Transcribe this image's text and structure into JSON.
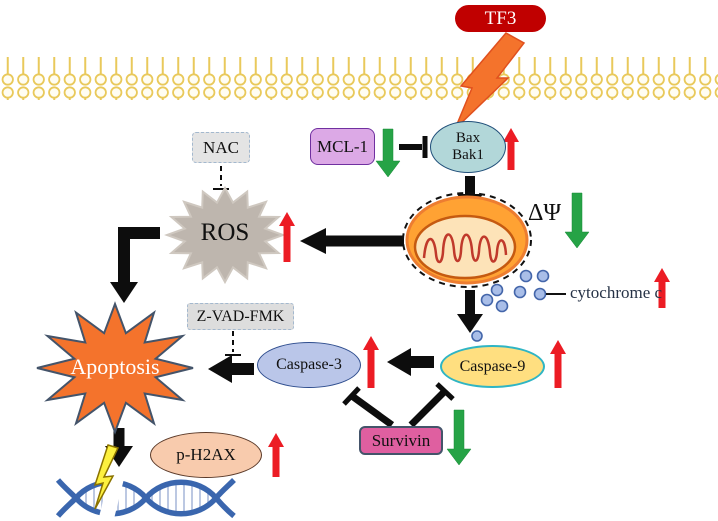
{
  "title": "TF3 apoptosis signaling pathway diagram",
  "labels": {
    "tf3": "TF3",
    "mcl1": "MCL-1",
    "nac": "NAC",
    "bax": "Bax",
    "bak1": "Bak1",
    "ros": "ROS",
    "delta_psi": "ΔΨ",
    "cytochrome_c": "cytochrome c",
    "zvadfmk": "Z-VAD-FMK",
    "caspase3": "Caspase-3",
    "caspase9": "Caspase-9",
    "survivin": "Survivin",
    "apoptosis": "Apoptosis",
    "ph2ax": "p-H2AX"
  },
  "colors": {
    "tf3_fill": "#C00000",
    "tf3_text": "#FFFFFF",
    "mcl1_fill": "#DCA9E6",
    "mcl1_border": "#7030A0",
    "nac_fill": "#E4E4E4",
    "dashed_border": "#A3B8CE",
    "bax_fill": "#B2D7D9",
    "bax_border": "#1F4E79",
    "ros_fill": "#BEB6AE",
    "mito_outer": "#FFA233",
    "mito_outer_border": "#ED7D31",
    "mito_inner": "#FDE3B8",
    "mito_cristae": "#C0392B",
    "caspase3_fill": "#BAC6E9",
    "caspase3_border": "#2E4D8E",
    "caspase9_fill": "#FFDF80",
    "caspase9_border": "#2FB5C4",
    "survivin_fill": "#DF5FA0",
    "survivin_border": "#44546A",
    "apoptosis_fill": "#F4732C",
    "apoptosis_border": "#44546A",
    "apoptosis_text": "#FFFFFF",
    "ph2ax_fill": "#F8CBAD",
    "ph2ax_border": "#5B3A29",
    "up_arrow": "#EC1C24",
    "down_arrow": "#26A346",
    "black_arrow": "#0D0D0D",
    "membrane": "#E9C95B",
    "lightning_orange": "#F4732C",
    "lightning_yellow": "#FDF13F",
    "dna_strand": "#3A66AE",
    "cytochrome_dot_fill": "#A9BEE8",
    "cytochrome_dot_border": "#4466AA"
  },
  "indicators": {
    "increased_red_up_arrow": [
      "bax-bak1",
      "ros",
      "cytochrome-c",
      "caspase-3",
      "caspase-9",
      "p-h2ax"
    ],
    "decreased_green_down_arrow": [
      "mcl-1",
      "delta-psi",
      "survivin"
    ]
  },
  "edges": [
    {
      "from": "TF3",
      "to": "Bax/Bak1",
      "type": "activation-lightning-through-membrane"
    },
    {
      "from": "MCL-1",
      "to": "Bax/Bak1",
      "type": "inhibition"
    },
    {
      "from": "Bax/Bak1",
      "to": "mitochondria",
      "type": "activation"
    },
    {
      "from": "mitochondria",
      "to": "ROS",
      "type": "activation"
    },
    {
      "from": "NAC",
      "to": "ROS",
      "type": "inhibition-dashed"
    },
    {
      "from": "ROS",
      "to": "Apoptosis",
      "type": "activation"
    },
    {
      "from": "mitochondria",
      "to": "cytochrome c",
      "type": "release"
    },
    {
      "from": "mitochondria",
      "to": "Caspase-9",
      "type": "activation"
    },
    {
      "from": "Caspase-9",
      "to": "Caspase-3",
      "type": "activation"
    },
    {
      "from": "Z-VAD-FMK",
      "to": "Caspase-3",
      "type": "inhibition-dashed"
    },
    {
      "from": "Survivin",
      "to": "Caspase-3",
      "type": "inhibition"
    },
    {
      "from": "Survivin",
      "to": "Caspase-9",
      "type": "inhibition"
    },
    {
      "from": "Caspase-3",
      "to": "Apoptosis",
      "type": "activation"
    },
    {
      "from": "Apoptosis",
      "to": "DNA-damage",
      "type": "activation"
    },
    {
      "from": "p-H2AX",
      "to": "DNA-damage",
      "type": "marker"
    }
  ]
}
